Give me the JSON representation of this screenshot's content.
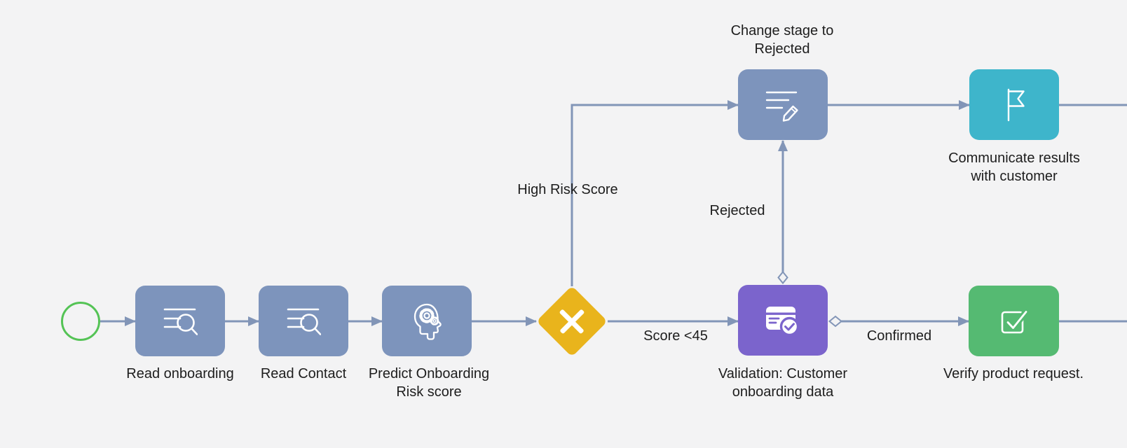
{
  "colors": {
    "background": "#f3f3f4",
    "task_node_blue": "#7d94bc",
    "validation_node_purple": "#7b64cc",
    "signal_node_teal": "#3eb5cb",
    "approve_node_green": "#55ba72",
    "gateway_yellow": "#e9b41c",
    "connector": "#8295b7",
    "start_event_green": "#54c355",
    "label_text": "#1d1d1d"
  },
  "diagram": {
    "start_event": {
      "icon": "start-event-circle"
    },
    "gateway": {
      "type": "exclusive-gateway",
      "icon": "x-gateway-icon"
    },
    "nodes": [
      {
        "label": "Read onboarding",
        "icon": "read-data-icon"
      },
      {
        "label": "Read Contact",
        "icon": "read-data-icon"
      },
      {
        "label": "Predict Onboarding\nRisk score",
        "icon": "ml-prediction-icon"
      },
      {
        "label": "Change stage to\nRejected",
        "icon": "modify-data-icon"
      },
      {
        "label": "Communicate results\nwith customer",
        "icon": "flag-icon"
      },
      {
        "label": "Validation: Customer\nonboarding data",
        "icon": "validation-check-icon"
      },
      {
        "label": "Verify product request.",
        "icon": "checkbox-icon"
      }
    ],
    "edge_labels": {
      "high_risk": "High Risk Score",
      "rejected": "Rejected",
      "score_lt_45": "Score <45",
      "confirmed": "Confirmed"
    }
  }
}
